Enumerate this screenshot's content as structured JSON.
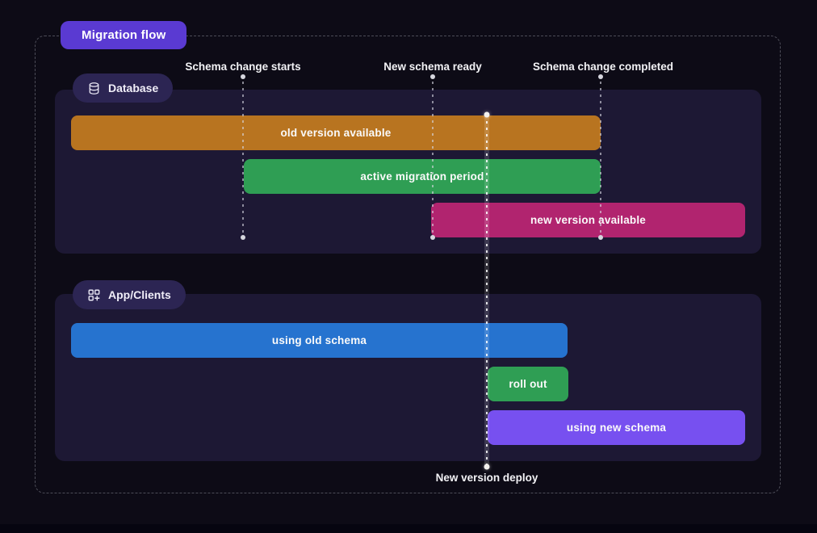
{
  "title": "Migration flow",
  "milestones": [
    {
      "label": "Schema change starts"
    },
    {
      "label": "New schema ready"
    },
    {
      "label": "Schema change completed"
    }
  ],
  "deploy_label": "New version deploy",
  "lanes": [
    {
      "label": "Database",
      "icon": "database-icon",
      "bars": [
        {
          "label": "old version available",
          "color": "#b87420"
        },
        {
          "label": "active migration period",
          "color": "#2f9e54"
        },
        {
          "label": "new version available",
          "color": "#b1246f"
        }
      ]
    },
    {
      "label": "App/Clients",
      "icon": "apps-plus-icon",
      "bars": [
        {
          "label": "using old schema",
          "color": "#2673cf"
        },
        {
          "label": "roll out",
          "color": "#2f9e54"
        },
        {
          "label": "using new schema",
          "color": "#7750f0"
        }
      ]
    }
  ],
  "colors": {
    "page_background": "#0d0b16",
    "panel_background": "#1d1834",
    "title_badge": "#5a3ad2",
    "lane_badge": "#2c2553",
    "frame_border": "#4d4d58",
    "milestone_line": "#dadae4",
    "deploy_line": "#ffffff",
    "bar_old_version": "#b87420",
    "bar_active_migration": "#2f9e54",
    "bar_new_version": "#b1246f",
    "bar_using_old_schema": "#2673cf",
    "bar_roll_out": "#2f9e54",
    "bar_using_new_schema": "#7750f0"
  }
}
